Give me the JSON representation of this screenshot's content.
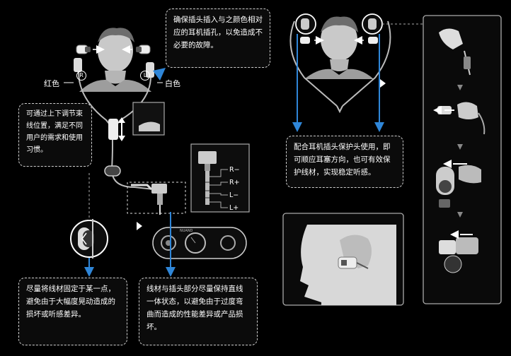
{
  "notes": {
    "top_center": "确保插头插入与之颜色相对应的耳机插孔，以免造成不必要的故障。",
    "left_mid": "可通过上下调节束线位置，满足不同用户的需求和使用习惯。",
    "bottom_left": "尽量将线材固定于某一点，避免由于大幅度晃动造成的损坏或听感差异。",
    "bottom_center": "线材与插头部分尽量保持直线一体状态，以避免由于过度弯曲而造成的性能差异或产品损坏。",
    "right_mid": "配合耳机插头保护头使用，即可顺应耳塞方向，也可有效保护线材，实现稳定听感。"
  },
  "labels": {
    "red": "红色",
    "white": "白色",
    "r_marker": "R",
    "l_marker": "L"
  },
  "plug_pins": [
    "R−",
    "R+",
    "L−",
    "L+"
  ],
  "device_brand": "NUAND",
  "colors": {
    "accent_blue": "#2f86d8",
    "note_border": "#cfcfcf",
    "background": "#000000"
  }
}
